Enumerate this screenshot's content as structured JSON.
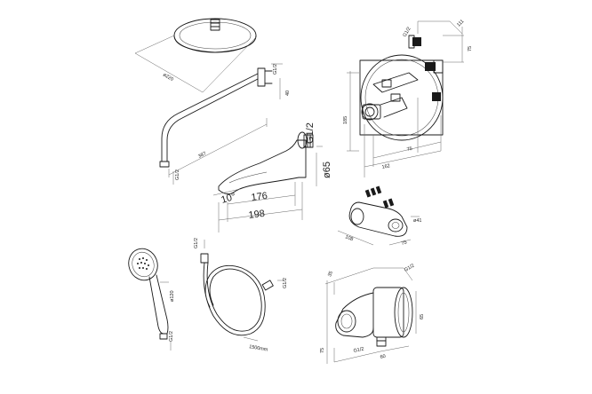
{
  "labels": {
    "head_diameter": "ø220",
    "arm_thread": "G1/2",
    "arm_height": "40",
    "arm_length": "387",
    "arm_bottom_thread": "G1/2",
    "spout_thread": "G1/2",
    "spout_angle": "10°",
    "spout_length_inner": "176",
    "spout_length_outer": "198",
    "spout_height": "ø65",
    "holder_diameter": "ø41",
    "holder_width": "108",
    "holder_depth": "75",
    "handshower_size": "ø120",
    "handshower_thread": "G1/2",
    "hose_thread_top": "G1/2",
    "hose_thread_right": "G1/2",
    "hose_length": "1500mm",
    "outlet_width": "35",
    "outlet_thread_top": "G1/2",
    "outlet_height": "75",
    "outlet_thread_bottom": "G1/2",
    "outlet_depth": "60",
    "outlet_side": "65",
    "mixer_label_1": "G1/2",
    "mixer_label_2": "111",
    "mixer_label_3": "75",
    "mixer_label_4": "185",
    "mixer_label_5": "162",
    "mixer_label_6": "75"
  }
}
